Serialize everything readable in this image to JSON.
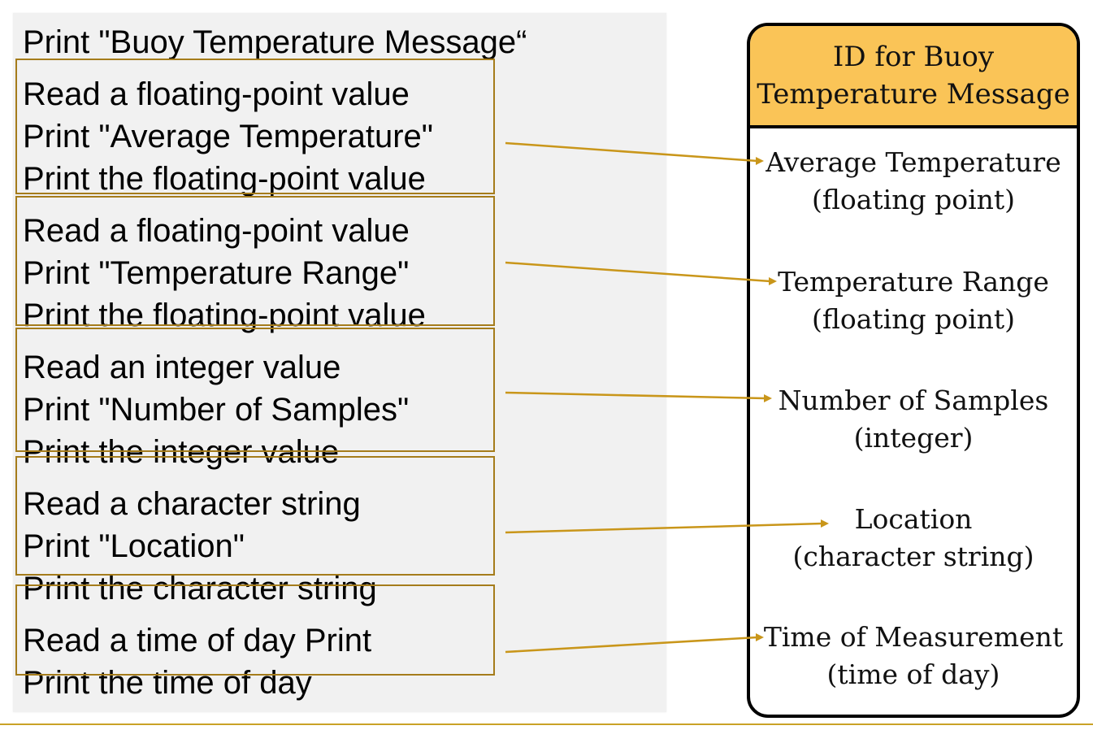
{
  "program": {
    "lines": [
      "Print \"Buoy Temperature Message“",
      "Read a floating-point value",
      "Print \"Average Temperature\"",
      "Print the floating-point value",
      "Read a floating-point value",
      "Print \"Temperature Range\"",
      "Print the floating-point value",
      "Read an integer value",
      "Print \"Number of Samples\"",
      "Print the integer value",
      "Read a character string",
      "Print \"Location\"",
      "Print the character string",
      "Read a time of day Print",
      "Print the time of day"
    ]
  },
  "message_card": {
    "header": {
      "line1": "ID for Buoy",
      "line2": "Temperature Message"
    },
    "fields": [
      {
        "name": "Average Temperature",
        "type": "(floating point)"
      },
      {
        "name": "Temperature Range",
        "type": "(floating point)"
      },
      {
        "name": "Number of Samples",
        "type": "(integer)"
      },
      {
        "name": "Location",
        "type": "(character string)"
      },
      {
        "name": "Time of Measurement",
        "type": "(time of day)"
      }
    ]
  },
  "colors": {
    "header_fill": "#fac457",
    "box_border": "#a57c1b",
    "arrow": "#c9961a",
    "panel_bg": "#f1f1f1"
  }
}
